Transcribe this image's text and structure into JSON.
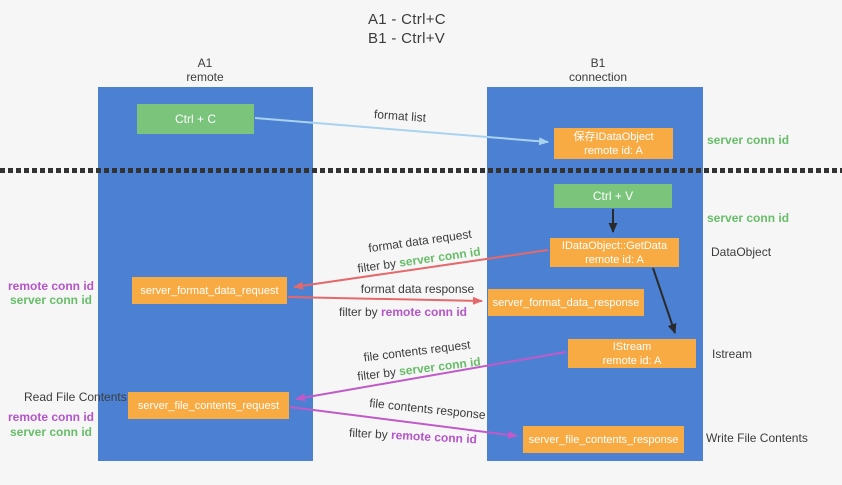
{
  "title": {
    "line1": "A1 - Ctrl+C",
    "line2": "B1 - Ctrl+V"
  },
  "lanes": {
    "left": {
      "name": "A1",
      "role": "remote"
    },
    "right": {
      "name": "B1",
      "role": "connection"
    }
  },
  "nodes": {
    "ctrl_c": {
      "label": "Ctrl + C"
    },
    "ctrl_v": {
      "label": "Ctrl + V"
    },
    "save_idataobject": {
      "line1": "保存IDataObject",
      "line2": "remote id: A"
    },
    "getdata": {
      "line1": "IDataObject::GetData",
      "line2": "remote id: A"
    },
    "istream": {
      "line1": "IStream",
      "line2": "remote id: A"
    },
    "format_request": {
      "label": "server_format_data_request"
    },
    "format_response": {
      "label": "server_format_data_response"
    },
    "file_request": {
      "label": "server_file_contents_request"
    },
    "file_response": {
      "label": "server_file_contents_response"
    }
  },
  "side_labels": {
    "right": {
      "server_conn_id_1": "server conn id",
      "server_conn_id_2": "server conn id",
      "dataobject": "DataObject",
      "istream": "Istream",
      "write_file_contents": "Write File Contents"
    },
    "left": {
      "remote_conn_id_1": "remote conn id",
      "server_conn_id_1": "server conn id",
      "read_file_contents": "Read File Contents",
      "remote_conn_id_2": "remote conn id",
      "server_conn_id_2": "server conn id"
    }
  },
  "arrow_labels": {
    "format_list": "format list",
    "format_data_request": "format data request",
    "format_data_response": "format data response",
    "file_contents_request": "file contents request",
    "file_contents_response": "file contents response",
    "filter_by": "filter by ",
    "server_conn_id": "server conn id",
    "remote_conn_id": "remote conn id"
  },
  "colors": {
    "lane_blue": "#4c80d3",
    "node_green": "#7ac47c",
    "node_orange": "#f9ab43",
    "arrow_blue": "#a9d2ee",
    "arrow_red": "#e5696b",
    "arrow_magenta": "#c05ac8",
    "arrow_black": "#2a2a2a",
    "text_green": "#67bd68",
    "text_purple": "#b455c8"
  }
}
